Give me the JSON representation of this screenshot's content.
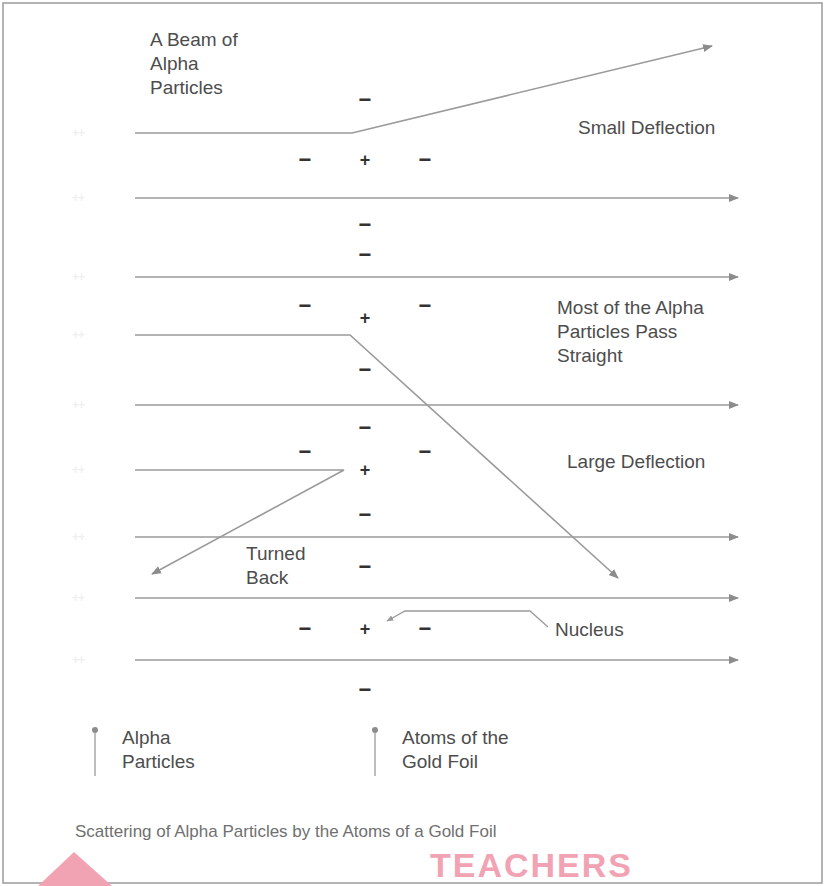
{
  "diagram": {
    "caption": "Scattering of Alpha Particles by the Atoms of a Gold Foil",
    "nodes": [
      {
        "text": [
          "++"
        ]
      },
      {
        "text": [
          "++"
        ]
      },
      {
        "text": [
          "++"
        ]
      },
      {
        "text": [
          "++"
        ]
      },
      {
        "text": [
          "++"
        ]
      },
      {
        "text": [
          "++"
        ]
      },
      {
        "text": [
          "++"
        ]
      },
      {
        "text": [
          "++"
        ]
      },
      {
        "text": [
          "++"
        ]
      },
      {
        "text": [
          "−",
          "−",
          "−",
          "−"
        ]
      },
      {
        "text": [
          "+"
        ],
        "in": 9
      },
      {
        "text": [
          "−",
          "−",
          "−",
          "−"
        ]
      },
      {
        "text": [
          "+"
        ],
        "in": 11
      },
      {
        "text": [
          "−",
          "−",
          "−",
          "−"
        ]
      },
      {
        "text": [
          "+"
        ],
        "in": 13
      },
      {
        "text": [
          "−",
          "−",
          "−",
          "−"
        ]
      },
      {
        "text": [
          "+"
        ],
        "in": 15
      }
    ],
    "labels": [
      "A Beam of Alpha Particles",
      "Small Deflection",
      "Most of the Alpha Particles Pass Straight",
      "Large Deflection",
      "Turned Back",
      "Nucleus",
      "Alpha Particles",
      "Atoms of the Gold Foil",
      "TEACHERS"
    ]
  }
}
